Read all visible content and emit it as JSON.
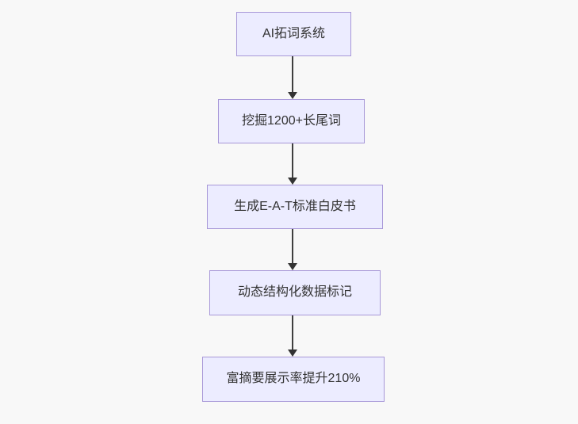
{
  "page": {
    "background_color": "#f8f8f8"
  },
  "flowchart": {
    "type": "flowchart",
    "direction": "top-down",
    "node_fill_color": "#ECECFF",
    "node_border_color": "#a898d8",
    "node_text_color": "#333333",
    "arrow_color": "#3f3f3f",
    "nodes": [
      {
        "label": "AI拓词系统"
      },
      {
        "label": "挖掘1200+长尾词"
      },
      {
        "label": "生成E-A-T标准白皮书"
      },
      {
        "label": "动态结构化数据标记"
      },
      {
        "label": "富摘要展示率提升210%"
      }
    ],
    "edges": [
      {
        "from": 0,
        "to": 1
      },
      {
        "from": 1,
        "to": 2
      },
      {
        "from": 2,
        "to": 3
      },
      {
        "from": 3,
        "to": 4
      }
    ]
  }
}
